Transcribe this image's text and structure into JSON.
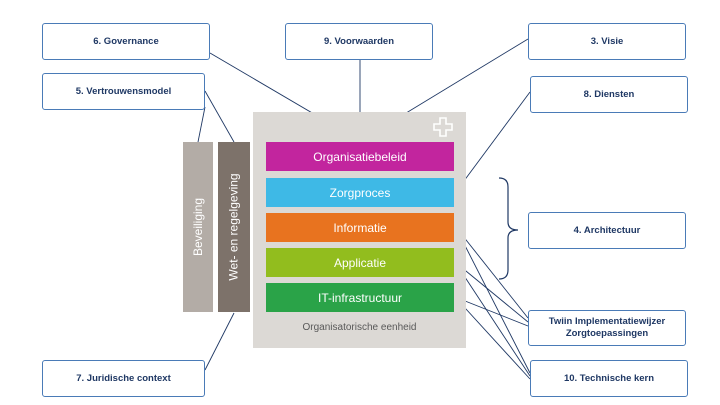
{
  "callouts": {
    "governance": "6. Governance",
    "voorwaarden": "9. Voorwaarden",
    "visie": "3. Visie",
    "vertrouwensmodel": "5. Vertrouwensmodel",
    "diensten": "8. Diensten",
    "architectuur": "4. Architectuur",
    "twiin_line1": "Twiin Implementatiewijzer",
    "twiin_line2": "Zorgtoepassingen",
    "juridisch": "7. Juridische context",
    "technisch": "10. Technische kern"
  },
  "layers": [
    {
      "label": "Organisatiebeleid",
      "color": "#c2259e"
    },
    {
      "label": "Zorgproces",
      "color": "#3eb9e6"
    },
    {
      "label": "Informatie",
      "color": "#e8731f"
    },
    {
      "label": "Applicatie",
      "color": "#92bd1e"
    },
    {
      "label": "IT-infrastructuur",
      "color": "#2aa348"
    }
  ],
  "side_bars": [
    {
      "label": "Beveiliging",
      "color": "#b3aca6"
    },
    {
      "label": "Wet- en regelgeving",
      "color": "#7d726a"
    }
  ],
  "panel_label": "Organisatorische eenheid",
  "colors": {
    "line": "#1f3864",
    "callout_border": "#4a7bb7",
    "panel": "#dcd9d5"
  },
  "icons": {
    "panel_corner": "plus-outline-icon",
    "architectuur_group": "curly-brace-icon"
  }
}
